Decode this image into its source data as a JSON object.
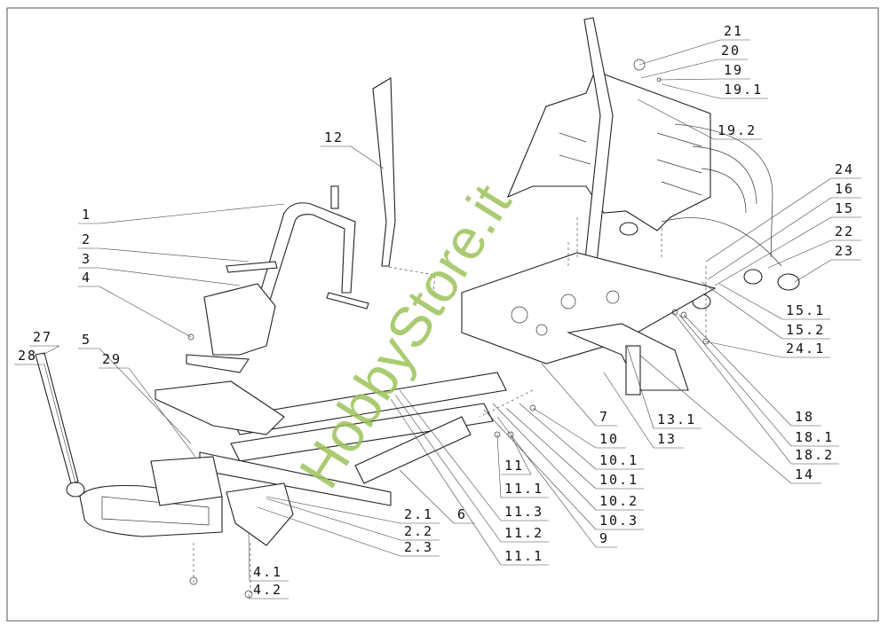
{
  "watermark": "HobbyStore.it",
  "callouts": [
    "21",
    "20",
    "19",
    "19.1",
    "19.2",
    "12",
    "24",
    "16",
    "15",
    "22",
    "23",
    "1",
    "2",
    "3",
    "4",
    "15.1",
    "15.2",
    "24.1",
    "27",
    "28",
    "5",
    "29",
    "18",
    "18.1",
    "18.2",
    "14",
    "13.1",
    "13",
    "7",
    "10",
    "10.1",
    "10.1",
    "10.2",
    "10.3",
    "9",
    "11",
    "11.1",
    "11.3",
    "11.2",
    "11.1",
    "6",
    "2.1",
    "2.2",
    "2.3",
    "4.1",
    "4.2"
  ]
}
